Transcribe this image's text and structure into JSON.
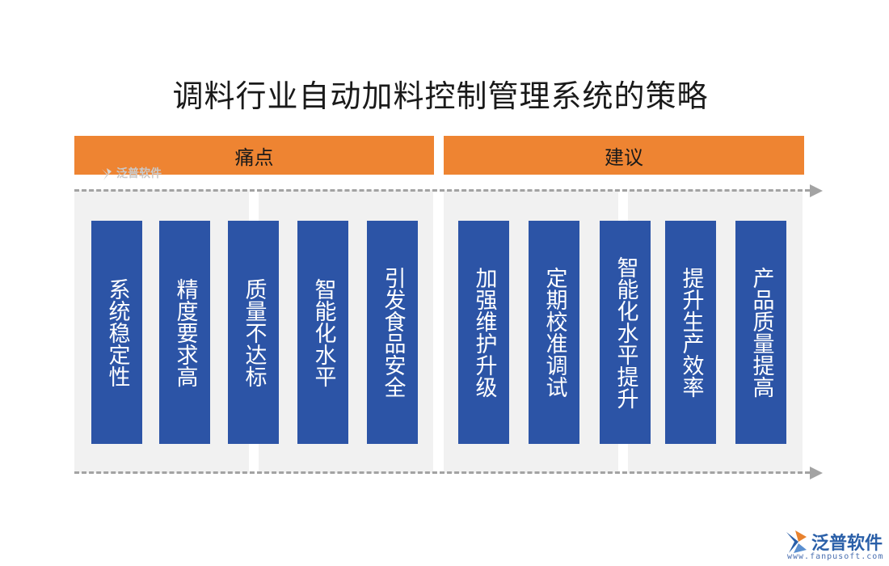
{
  "title": "调料行业自动加料控制管理系统的策略",
  "headers": {
    "left": "痛点",
    "right": "建议"
  },
  "pain_points": [
    "系统稳定性",
    "精度要求高",
    "质量不达标",
    "智能化水平",
    "引发食品安全"
  ],
  "suggestions": [
    "加强维护升级",
    "定期校准调试",
    "智能化水平提升",
    "提升生产效率",
    "产品质量提高"
  ],
  "watermark": "泛普软件",
  "logo": {
    "name": "泛普软件",
    "url": "www.fanpusoft.com"
  },
  "colors": {
    "header": "#ee8432",
    "card": "#2c54a6",
    "panel": "#f1f1f1",
    "arrow": "#a3a3a3"
  }
}
